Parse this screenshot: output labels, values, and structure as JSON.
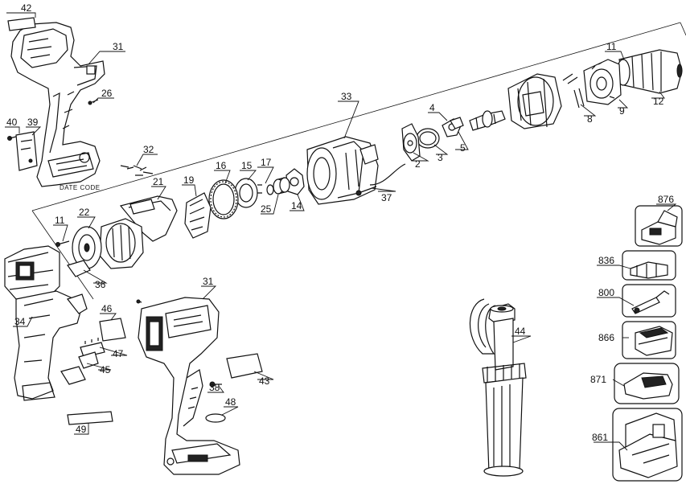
{
  "labels": {
    "p42": "42",
    "p31a": "31",
    "p26": "26",
    "p40": "40",
    "p39": "39",
    "p32": "32",
    "date_code": "DATE CODE",
    "p33": "33",
    "p11a": "11",
    "p12": "12",
    "p9": "9",
    "p8": "8",
    "p4": "4",
    "p3": "3",
    "p2": "2",
    "p5": "5",
    "p37": "37",
    "p16": "16",
    "p15": "15",
    "p17": "17",
    "p25": "25",
    "p14": "14",
    "p19": "19",
    "p21": "21",
    "p22": "22",
    "p11b": "11",
    "p36": "36",
    "p34": "34",
    "p31b": "31",
    "p46": "46",
    "p47": "47",
    "p45": "45",
    "p43": "43",
    "p38": "38",
    "p48": "48",
    "p49": "49",
    "p44": "44",
    "p876": "876",
    "p836": "836",
    "p800": "800",
    "p866": "866",
    "p871": "871",
    "p861": "861"
  }
}
